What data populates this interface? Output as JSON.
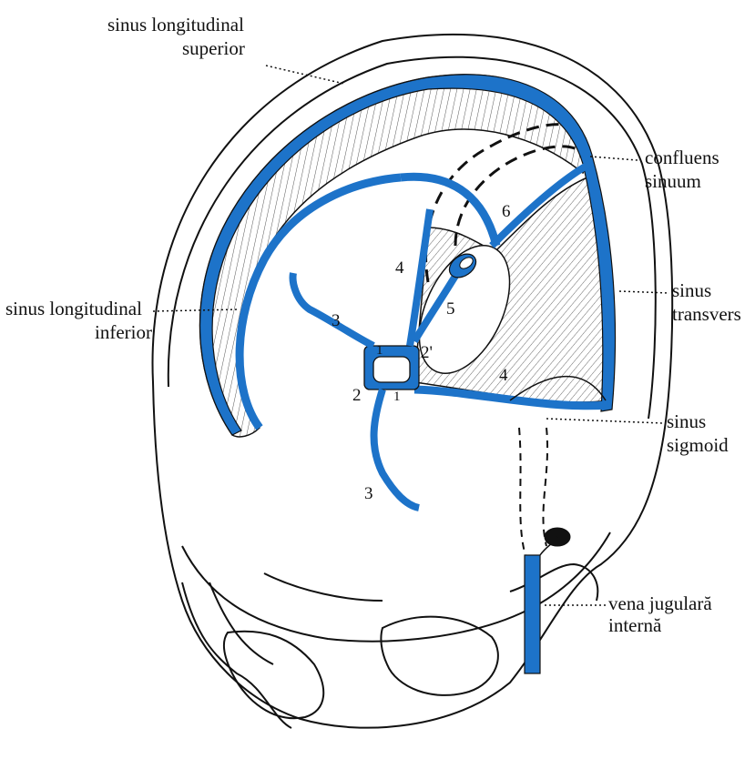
{
  "colors": {
    "sinus": "#1d73c9",
    "line": "#111111",
    "paper": "#ffffff"
  },
  "labels": {
    "sup_1": "sinus longitudinal",
    "sup_2": "superior",
    "conf_1": "confluens",
    "conf_2": "sinuum",
    "inf_1": "sinus longitudinal",
    "inf_2": "inferior",
    "trans_1": "sinus",
    "trans_2": "transvers",
    "sig_1": "sinus",
    "sig_2": "sigmoid",
    "jug_1": "vena jugulară",
    "jug_2": "internă"
  },
  "numbers": {
    "n1a": "1",
    "n1b": "1",
    "n2": "2",
    "n2p": "2'",
    "n3a": "3",
    "n3b": "3",
    "n4a": "4",
    "n4b": "4",
    "n5": "5",
    "n6": "6"
  }
}
